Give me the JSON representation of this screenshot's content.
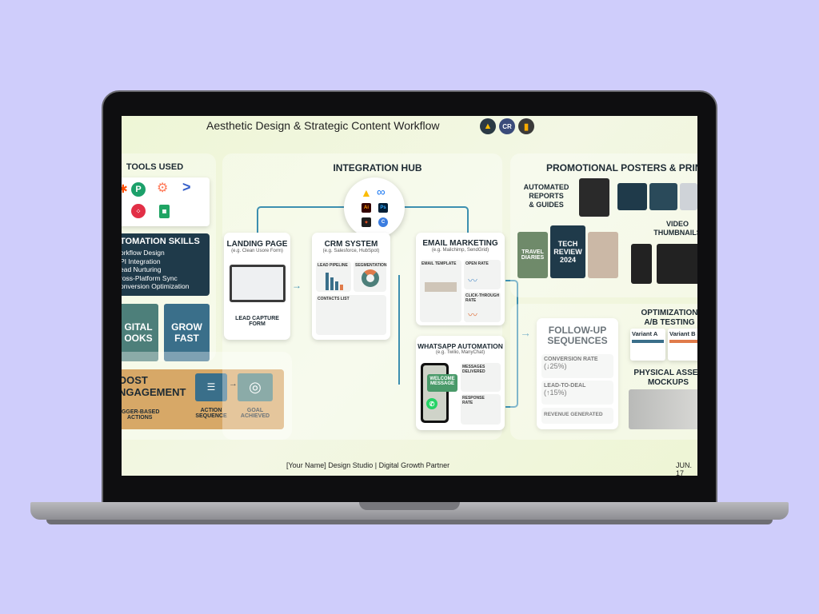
{
  "title": "Aesthetic Design & Strategic Content Workflow",
  "title_icons": [
    "google-ads-icon",
    "cr-icon",
    "analytics-icon"
  ],
  "tools": {
    "heading": "TOOLS USED",
    "icons": [
      "zapier-icon",
      "picsart-icon",
      "hubspot-icon",
      "activecampaign-icon",
      "twilio-icon",
      "google-sheets-icon"
    ]
  },
  "skills": {
    "heading": "TOMATION SKILLS",
    "items": [
      "orkflow Design",
      "PI Integration",
      "ead Nurturing",
      "ross-Platform Sync",
      "onversion Optimization"
    ]
  },
  "tiles": {
    "digital": "GITAL\nOOKS",
    "grow": "GROW\nFAST"
  },
  "boost": {
    "heading": "OOST\nNGAGEMENT",
    "trigger": "IGGER-BASED\nACTIONS",
    "action": "ACTION\nSEQUENCE",
    "goal": "GOAL\nACHIEVED"
  },
  "hub": {
    "heading": "INTEGRATION HUB",
    "icons": [
      "Ai",
      "Ps"
    ]
  },
  "landing": {
    "title": "LANDING PAGE",
    "sub": "(e.g. Clean Usore Form)",
    "caption": "LEAD CAPTURE\nFORM"
  },
  "crm": {
    "title": "CRM SYSTEM",
    "sub": "(e.g. Salesforce, HubSpot)",
    "pipeline": "LEAD PIPELINE",
    "segmentation": "SEGMENTATION",
    "contacts": "CONTACTS LIST"
  },
  "email": {
    "title": "EMAIL MARKETING",
    "sub": "(e.g. Mailchimp, SendGrid)",
    "template": "EMAIL TEMPLATE",
    "open": "OPEN RATE",
    "ctr": "CLICK-THROUGH\nRATE"
  },
  "whatsapp": {
    "title": "WHATSAPP AUTOMATION",
    "sub": "(e.g. Twilio, ManyChat)",
    "bubble": "WELCOME\nMESSAGE",
    "delivered": "MESSAGES\nDELIVERED",
    "response": "RESPONSE\nRATE"
  },
  "followup": {
    "title": "FOLLOW-UP\nSEQUENCES",
    "conv": "CONVERSION RATE",
    "conv_val": "(↓25%)",
    "lead": "LEAD-TO-DEAL",
    "lead_val": "(↑15%)",
    "revenue": "REVENUE GENERATED"
  },
  "promo": {
    "heading": "PROMOTIONAL POSTERS & PRIN",
    "reports": "AUTOMATED\nREPORTS\n& GUIDES",
    "video": "VIDEO\nTHUMBNAILS",
    "travel": "TRAVEL\nDIARIES",
    "tech": "TECH\nREVIEW\n2024"
  },
  "optimization": {
    "heading": "OPTIMIZATION\nA/B TESTING",
    "variant_a": "Variant A",
    "variant_b": "Variant B"
  },
  "physical": {
    "heading": "PHYSICAL ASSET\nMOCKUPS"
  },
  "footer": {
    "center": "[Your Name] Design Studio | Digital Growth Partner",
    "date": "JUN. 17"
  },
  "colors": {
    "background": "#cfcdfb",
    "accent": "#3d8fb0",
    "dark": "#1f3a4a",
    "teal": "#4d7f7a",
    "orange": "#e07b4a"
  }
}
